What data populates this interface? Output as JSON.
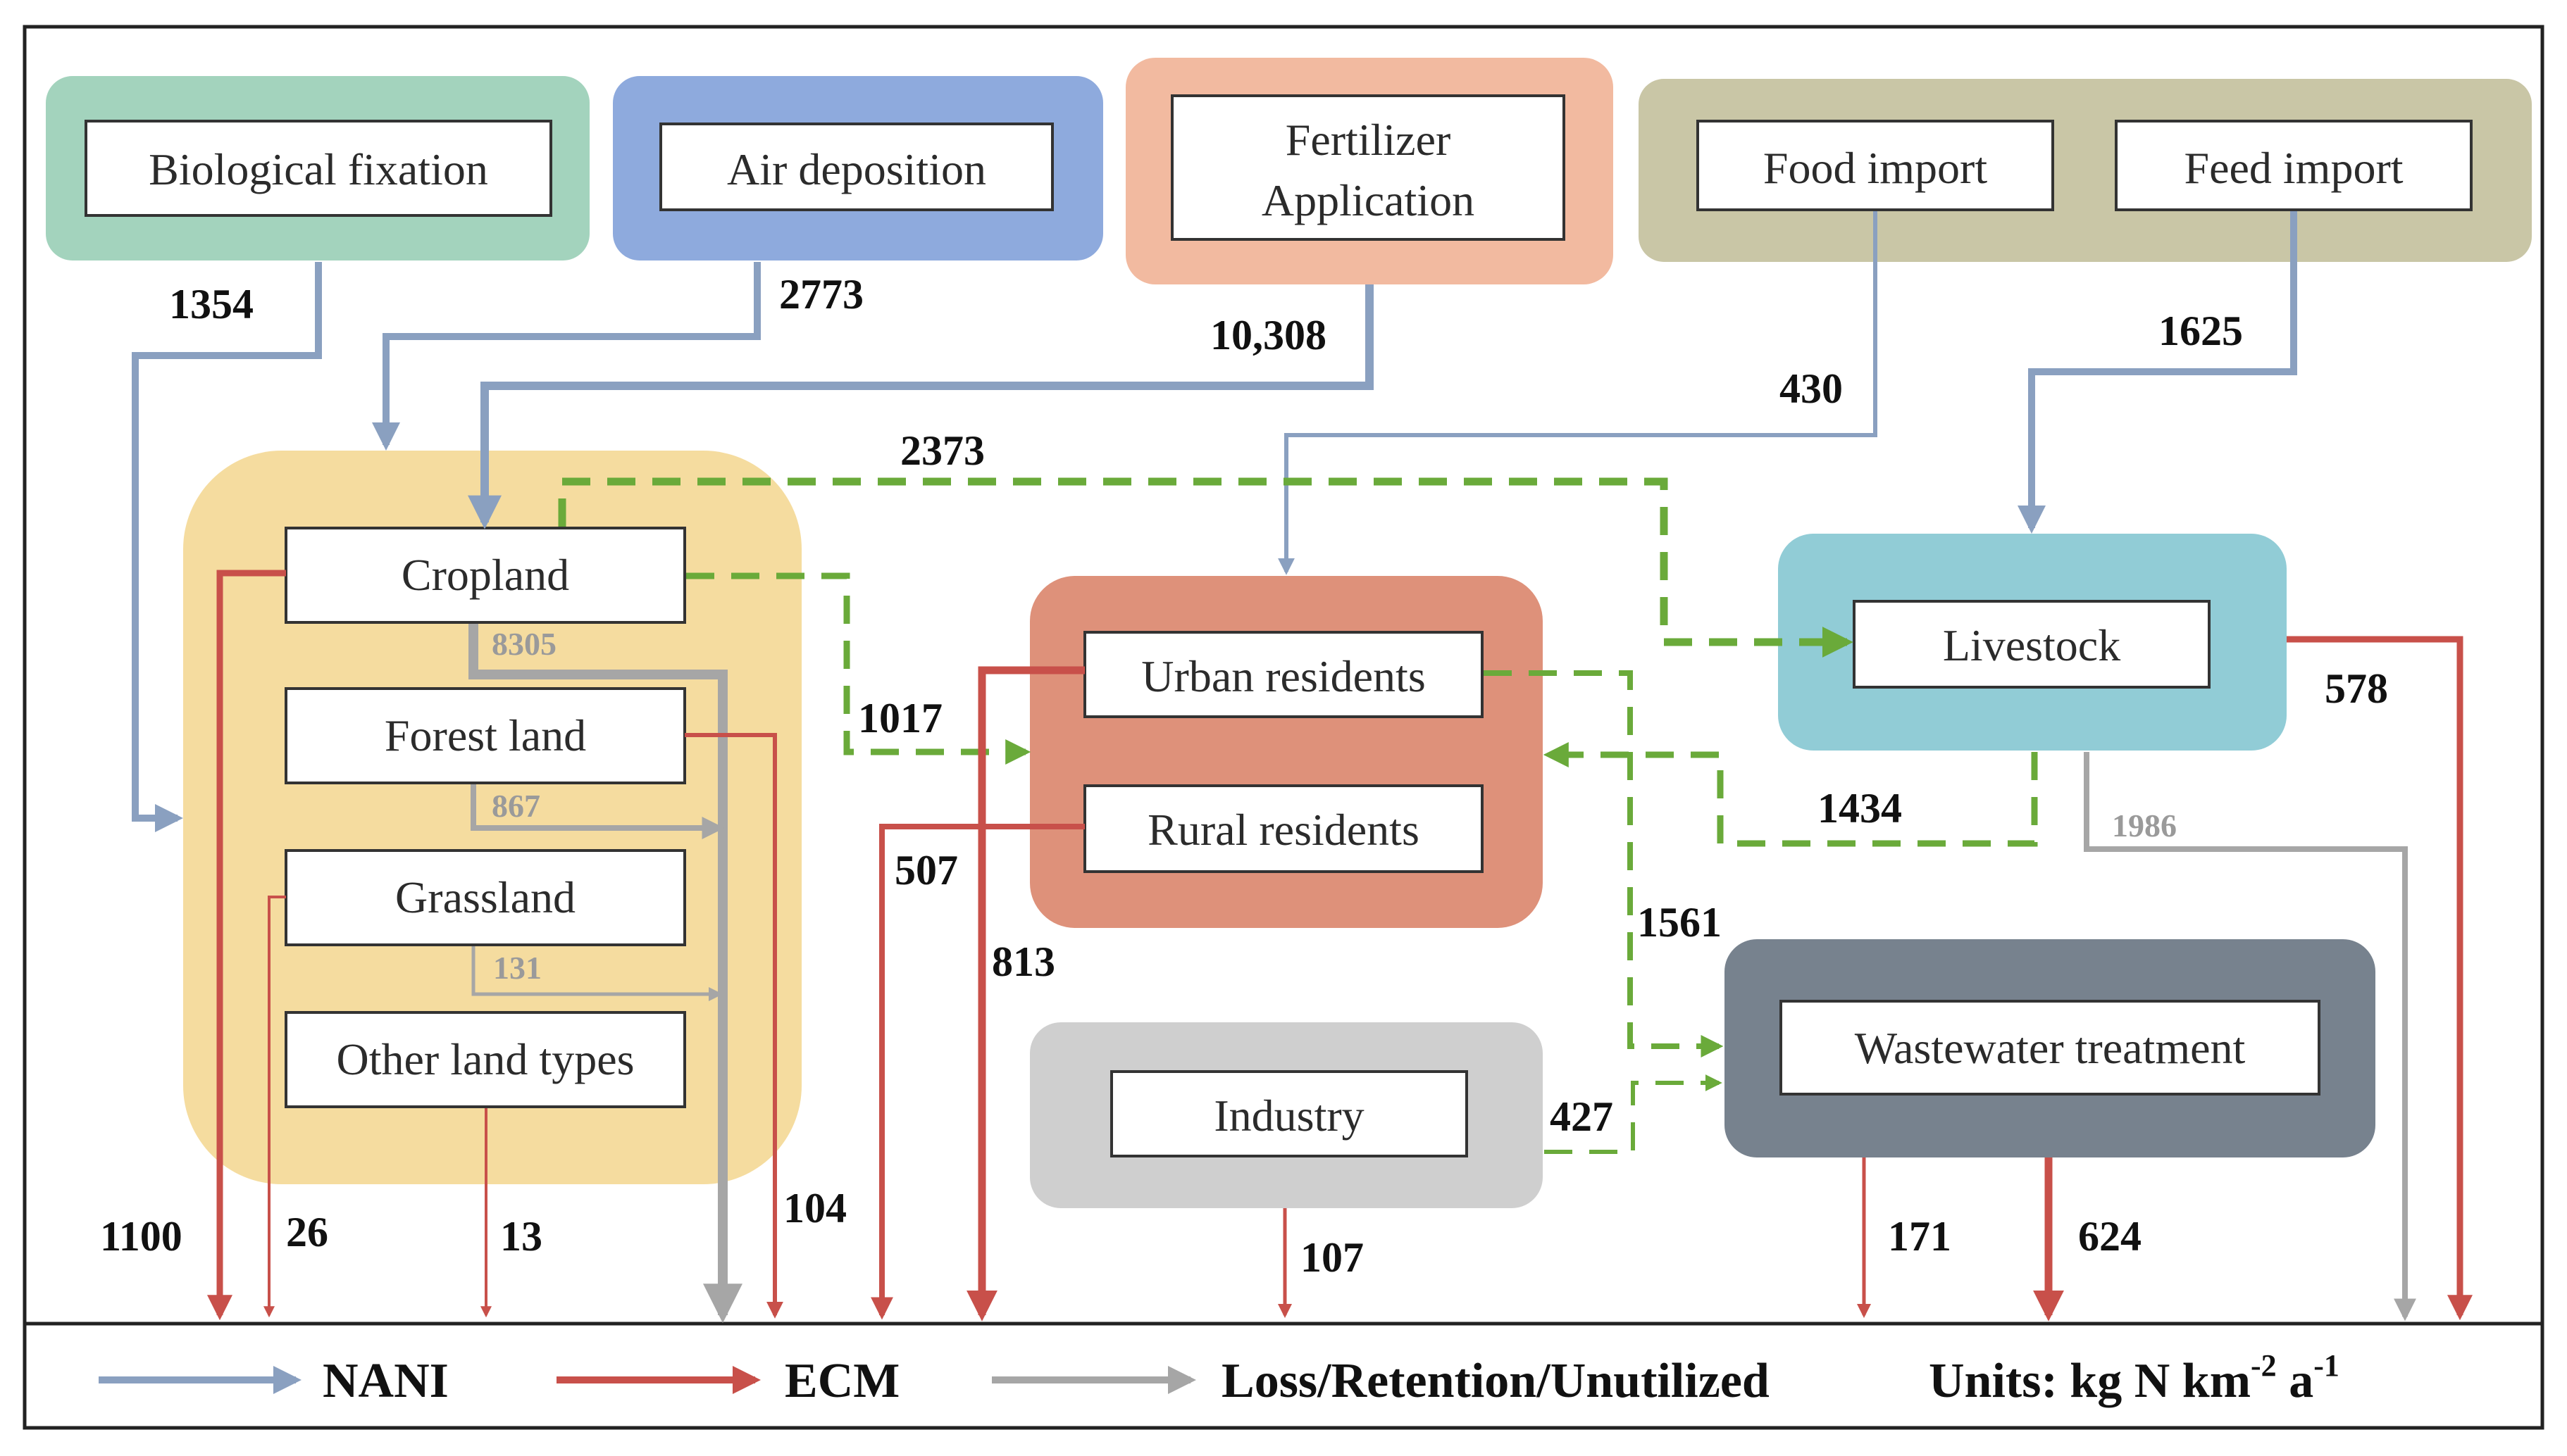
{
  "nodes": {
    "biological_fixation": "Biological fixation",
    "air_deposition": "Air  deposition",
    "fertilizer_line1": "Fertilizer",
    "fertilizer_line2": "Application",
    "food_import": "Food import",
    "feed_import": "Feed import",
    "cropland": "Cropland",
    "forest_land": "Forest land",
    "grassland": "Grassland",
    "other_land": "Other land types",
    "urban_residents": "Urban residents",
    "rural_residents": "Rural residents",
    "livestock": "Livestock",
    "industry": "Industry",
    "wastewater": "Wastewater treatment"
  },
  "flows": {
    "bio_fixation": "1354",
    "air_deposition": "2773",
    "fertilizer": "10,308",
    "food_import": "430",
    "feed_import": "1625",
    "cropland_to_livestock": "2373",
    "cropland_to_residents": "1017",
    "livestock_to_residents": "1434",
    "residents_to_wastewater": "1561",
    "industry_to_wastewater": "427",
    "cropland_loss": "8305",
    "forest_loss": "867",
    "grassland_loss": "131",
    "livestock_loss": "1986",
    "livestock_ecm": "578",
    "cropland_ecm": "1100",
    "grassland_ecm": "26",
    "other_ecm": "13",
    "forest_ecm": "104",
    "rural_ecm": "507",
    "urban_ecm": "813",
    "industry_ecm": "107",
    "wastewater_ecm_1": "171",
    "wastewater_ecm_2": "624"
  },
  "legend": {
    "nani": "NANI",
    "ecm": "ECM",
    "loss": "Loss/Retention/Unutilized",
    "units_prefix": "Units: kg N km",
    "units_sup1": "-2",
    "units_mid": "  a",
    "units_sup2": "-1"
  },
  "colors": {
    "nani": "#8aa0c0",
    "ecm": "#c8504a",
    "loss": "#a6a6a6",
    "internal": "#6aaa3a",
    "bio_box": "#a3d3bd",
    "air_box": "#8eaadd",
    "fert_box": "#f2baa0",
    "import_box": "#c9c6a6",
    "land_box": "#f5dc9f",
    "resident_box": "#de917a",
    "livestock_box": "#91ccd6",
    "industry_box": "#cfcfcf",
    "wastewater_box": "#77828e"
  }
}
